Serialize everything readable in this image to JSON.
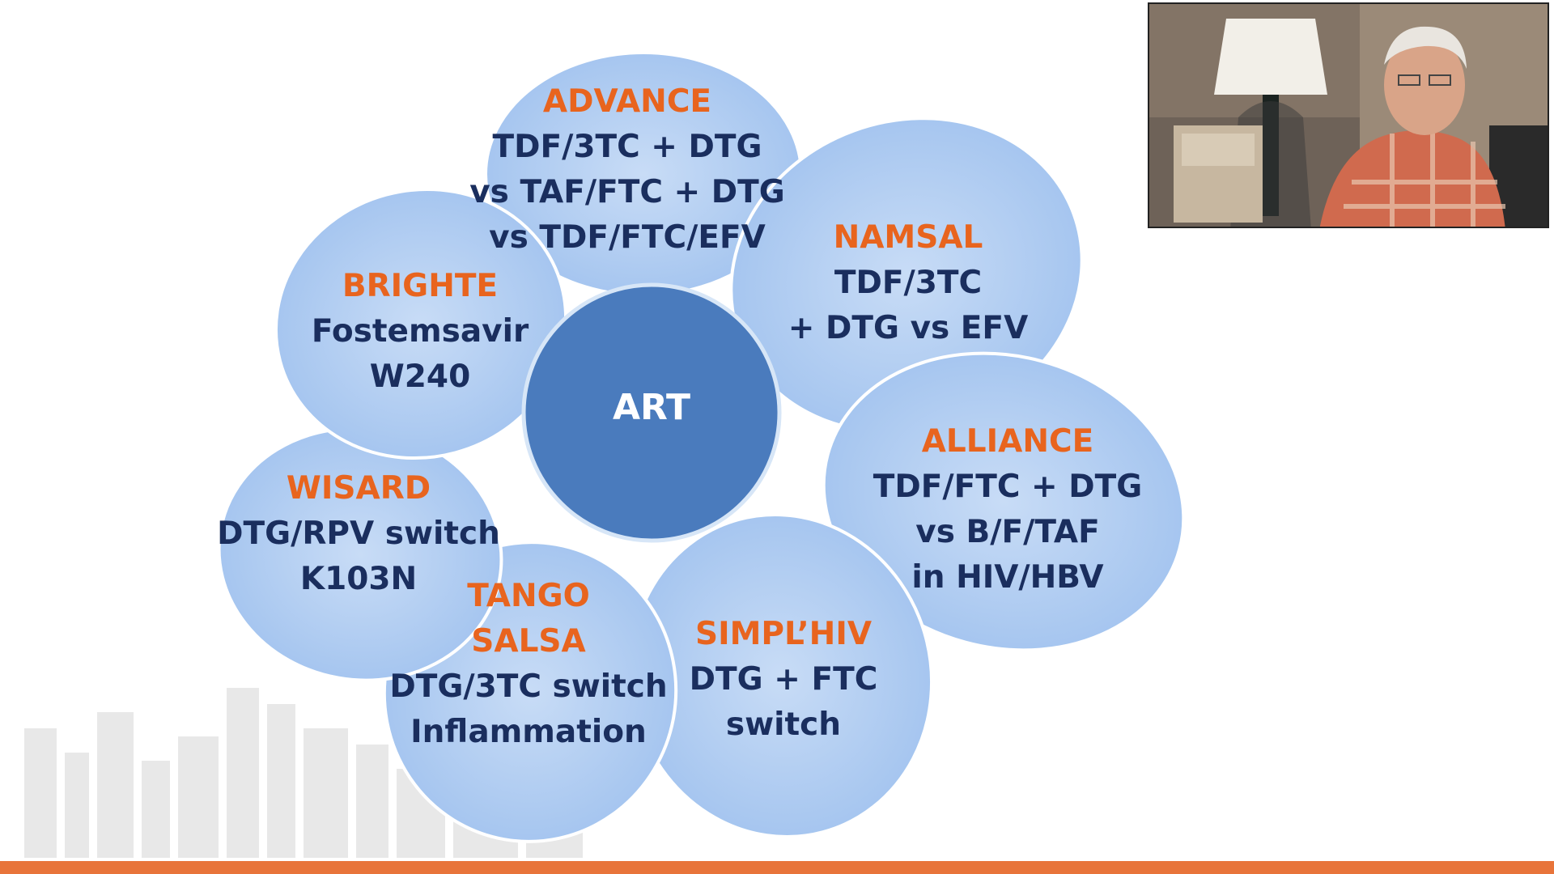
{
  "diagram": {
    "center": {
      "label": "ART",
      "color": "#4a7bbd"
    },
    "petal_color": "#a9c8f0",
    "title_color": "#e8641e",
    "text_color": "#1a2e5e",
    "petals": [
      {
        "title": "ADVANCE",
        "lines": [
          "TDF/3TC + DTG",
          "vs TAF/FTC + DTG",
          "vs TDF/FTC/EFV"
        ]
      },
      {
        "title": "NAMSAL",
        "lines": [
          "TDF/3TC",
          "+ DTG vs EFV"
        ]
      },
      {
        "title": "ALLIANCE",
        "lines": [
          "TDF/FTC + DTG",
          "vs B/F/TAF",
          "in HIV/HBV"
        ]
      },
      {
        "title": "SIMPL’HIV",
        "lines": [
          "DTG + FTC",
          "switch"
        ]
      },
      {
        "title": "TANGO",
        "title2": "SALSA",
        "lines": [
          "DTG/3TC switch",
          "Inflammation"
        ]
      },
      {
        "title": "WISARD",
        "lines": [
          "DTG/RPV switch",
          "K103N"
        ]
      },
      {
        "title": "BRIGHTE",
        "lines": [
          "Fostemsavir",
          "W240"
        ]
      }
    ]
  },
  "video": {
    "description_icon": "speaker-webcam-icon"
  },
  "bottom_bar_color": "#e8743a"
}
